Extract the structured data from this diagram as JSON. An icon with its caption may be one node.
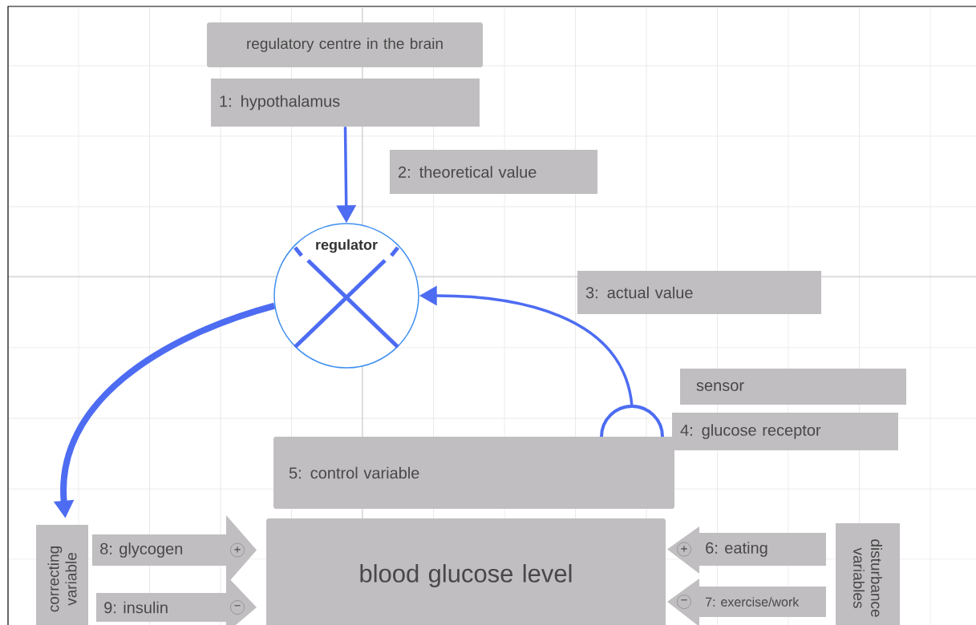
{
  "diagram": {
    "nodes": [
      {
        "text": [
          "regulatory centre in the brain"
        ]
      },
      {
        "text": [
          "1: hypothalamus"
        ]
      },
      {
        "text": [
          "2: theoretical value"
        ]
      },
      {
        "text": [
          "regulator"
        ]
      },
      {
        "text": [
          "3: actual value"
        ]
      },
      {
        "text": [
          "sensor"
        ]
      },
      {
        "text": [
          "4: glucose receptor"
        ]
      },
      {
        "text": [],
        "shape": "semicircle"
      },
      {
        "text": [
          "5: control variable"
        ]
      },
      {
        "text": [
          "blood glucose level"
        ]
      },
      {
        "text": [
          "correcting variable"
        ]
      },
      {
        "text": [
          "8: glycogen",
          "+"
        ]
      },
      {
        "text": [
          "9: insulin",
          "−"
        ]
      },
      {
        "text": [
          "+",
          "6: eating"
        ]
      },
      {
        "text": [
          "−",
          "7: exercise/work"
        ]
      },
      {
        "text": [
          "disturbance variables"
        ]
      }
    ],
    "edges": [
      {
        "from": 1,
        "to": 3,
        "arrow": "to"
      },
      {
        "from": 3,
        "to": 10,
        "arrow": "to",
        "style": "thick"
      },
      {
        "from": 7,
        "to": 3,
        "arrow": "to"
      }
    ]
  }
}
